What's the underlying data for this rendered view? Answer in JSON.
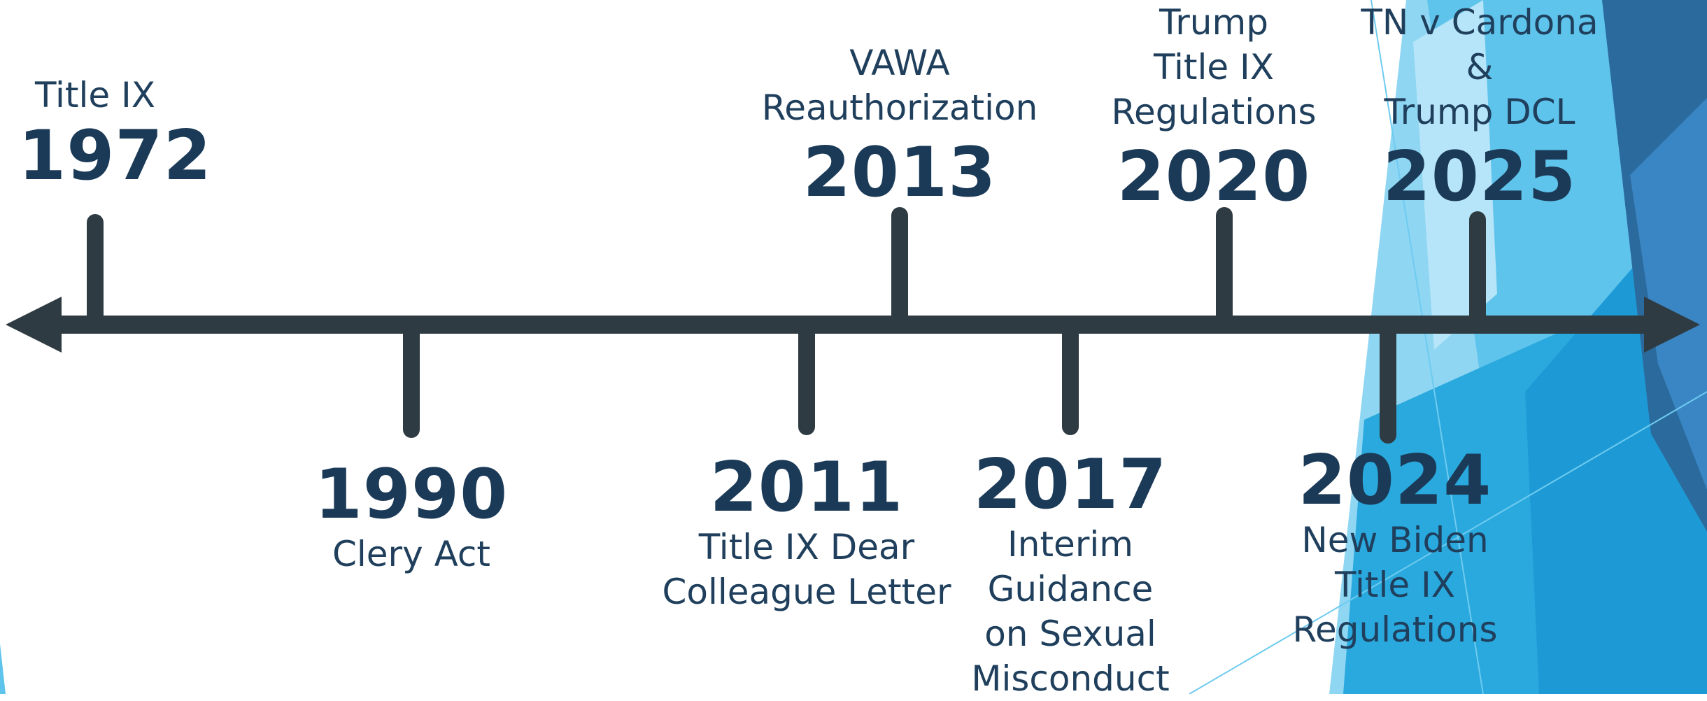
{
  "timeline": {
    "colors": {
      "axis": "#2f3b42",
      "text": "#1f3f5c",
      "year": "#1b3a57",
      "accent_dark": "#2b6a9c",
      "accent_light": "#6ecbef"
    },
    "events": [
      {
        "year": "1972",
        "label_lines": [
          "Title IX"
        ]
      },
      {
        "year": "1990",
        "label_lines": [
          "Clery Act"
        ]
      },
      {
        "year": "2011",
        "label_lines": [
          "Title IX Dear",
          "Colleague Letter"
        ]
      },
      {
        "year": "2013",
        "label_lines": [
          "VAWA",
          "Reauthorization"
        ]
      },
      {
        "year": "2017",
        "label_lines": [
          "Interim",
          "Guidance",
          "on Sexual",
          "Misconduct"
        ]
      },
      {
        "year": "2020",
        "label_lines": [
          "Trump",
          "Title IX",
          "Regulations"
        ]
      },
      {
        "year": "2024",
        "label_lines": [
          "New Biden",
          "Title IX",
          "Regulations"
        ]
      },
      {
        "year": "2025",
        "label_lines": [
          "TN v Cardona",
          "&",
          "Trump DCL"
        ]
      }
    ]
  }
}
